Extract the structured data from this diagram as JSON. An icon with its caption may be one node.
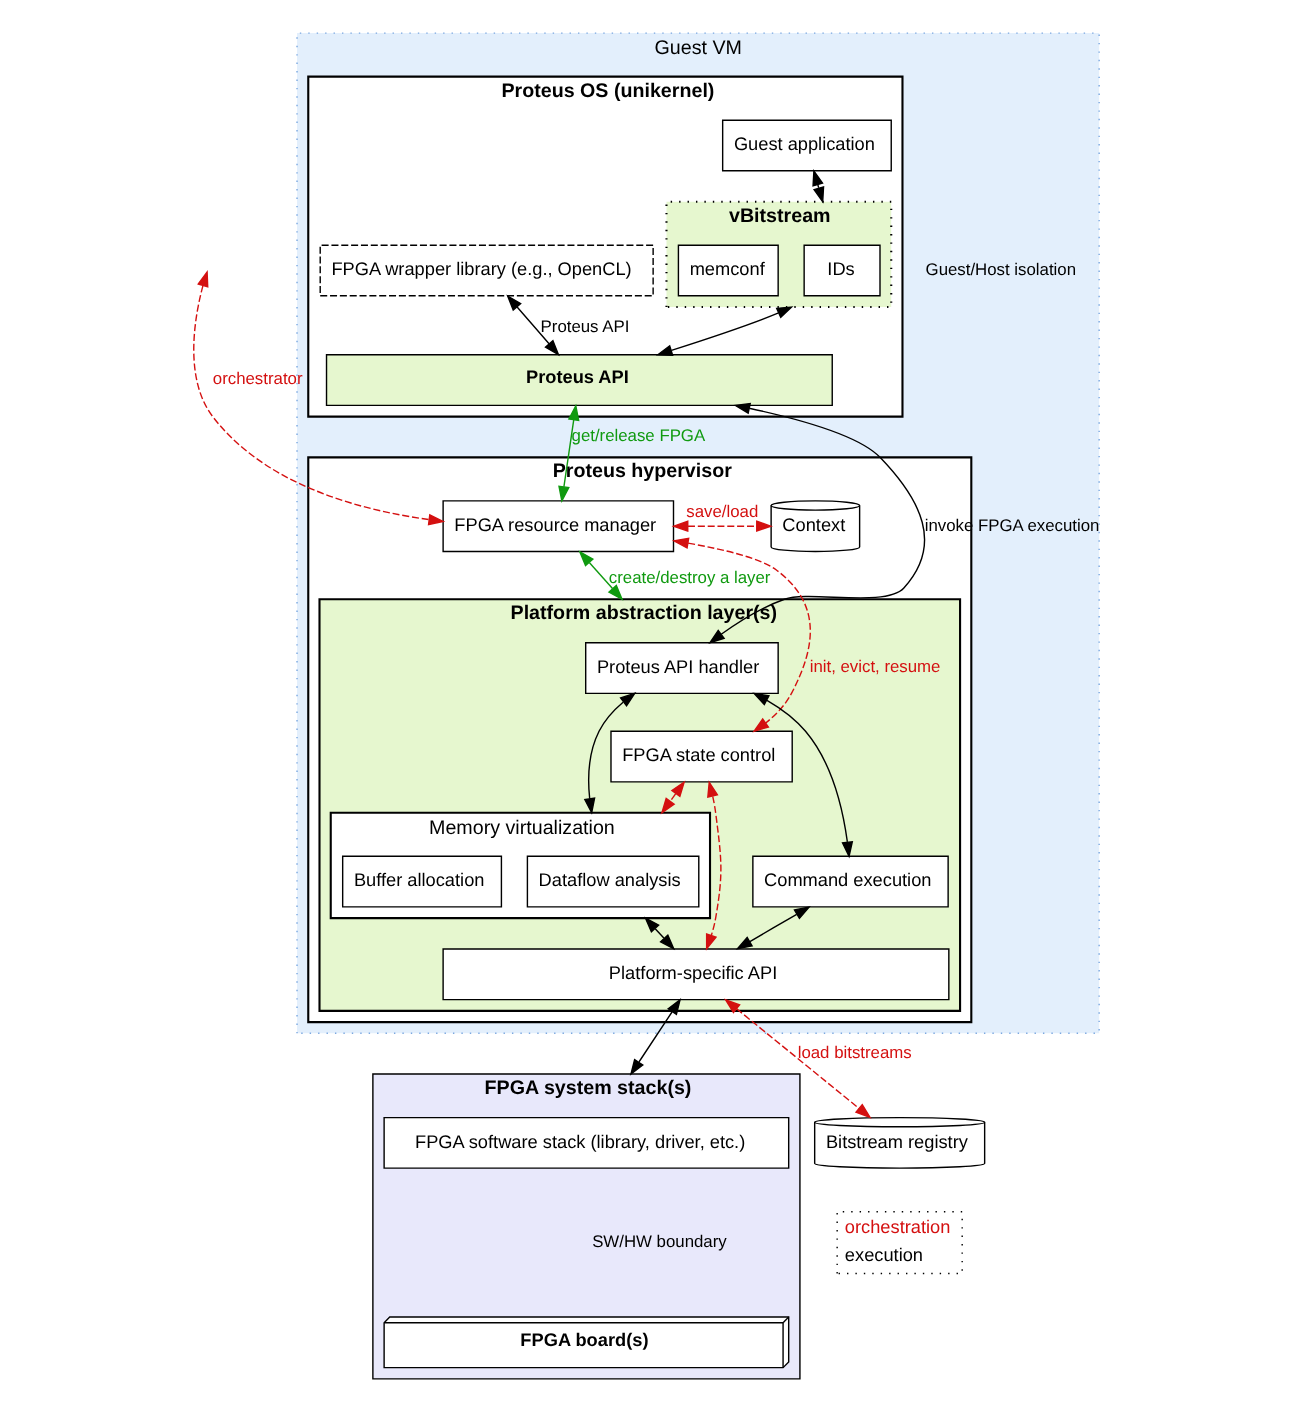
{
  "diagram": {
    "nodes": [
      {
        "text": [
          "Guest VM"
        ]
      },
      {
        "text": [
          "Proteus OS (unikernel)"
        ],
        "in": 0
      },
      {
        "text": [
          "Guest application"
        ],
        "in": 1
      },
      {
        "text": [
          "FPGA wrapper library (e.g., OpenCL)"
        ],
        "in": 1
      },
      {
        "text": [
          "vBitstream"
        ],
        "in": 1
      },
      {
        "text": [
          "IDs"
        ],
        "in": 4
      },
      {
        "text": [
          "memconf"
        ],
        "in": 4
      },
      {
        "text": [
          "Proteus API"
        ],
        "in": 1
      },
      {
        "text": [
          "Proteus hypervisor"
        ],
        "in": 0
      },
      {
        "text": [
          "FPGA resource manager"
        ],
        "in": 8
      },
      {
        "text": [
          "Context"
        ],
        "in": 8
      },
      {
        "text": [
          "Platform abstraction layer(s)"
        ],
        "in": 8
      },
      {
        "text": [
          "Proteus API handler"
        ],
        "in": 11
      },
      {
        "text": [
          "FPGA state control"
        ],
        "in": 11
      },
      {
        "text": [
          "Memory virtualization"
        ],
        "in": 11
      },
      {
        "text": [
          "Dataflow analysis"
        ],
        "in": 14
      },
      {
        "text": [
          "Buffer allocation"
        ],
        "in": 14
      },
      {
        "text": [
          "Command execution"
        ],
        "in": 11
      },
      {
        "text": [
          "Platform-specific API"
        ],
        "in": 11
      },
      {
        "text": [
          "Bitstream registry"
        ]
      },
      {
        "text": [
          "FPGA system stack(s)"
        ]
      },
      {
        "text": [
          "FPGA software stack (library, driver, etc.)"
        ],
        "in": 20
      },
      {
        "text": [
          "FPGA board(s)"
        ],
        "in": 20
      }
    ],
    "edges": [
      {
        "from": 2,
        "to": 4,
        "arrow": "both"
      },
      {
        "from": 3,
        "to": 7,
        "arrow": "both",
        "label": "Proteus API"
      },
      {
        "from": 4,
        "to": 7,
        "arrow": "both"
      },
      {
        "from": 7,
        "to": 9,
        "arrow": "both",
        "label": "get/release FPGA",
        "color": "#109a10"
      },
      {
        "from": 7,
        "to": 12,
        "arrow": "both",
        "label": "invoke FPGA execution"
      },
      {
        "from": null,
        "to": 9,
        "arrow": "both",
        "label": "orchestrator",
        "style": "dashed",
        "color": "#d41010"
      },
      {
        "from": 9,
        "to": 10,
        "arrow": "both",
        "label": "save/load",
        "style": "dashed",
        "color": "#d41010"
      },
      {
        "from": 9,
        "to": 11,
        "arrow": "both",
        "label": "create/destroy a layer",
        "color": "#109a10"
      },
      {
        "from": 9,
        "to": 13,
        "arrow": "both",
        "label": "init, evict, resume",
        "style": "dashed",
        "color": "#d41010"
      },
      {
        "from": 12,
        "to": 14,
        "arrow": "both"
      },
      {
        "from": 12,
        "to": 17,
        "arrow": "both"
      },
      {
        "from": 13,
        "to": 14,
        "arrow": "both",
        "style": "dashed",
        "color": "#d41010"
      },
      {
        "from": 13,
        "to": 18,
        "arrow": "both",
        "style": "dashed",
        "color": "#d41010"
      },
      {
        "from": 14,
        "to": 18,
        "arrow": "both"
      },
      {
        "from": 17,
        "to": 18,
        "arrow": "both"
      },
      {
        "from": 18,
        "to": 19,
        "arrow": "both",
        "label": "load bitstreams",
        "style": "dashed",
        "color": "#d41010"
      },
      {
        "from": 18,
        "to": 20,
        "arrow": "both"
      }
    ],
    "labels": [
      "Guest/Host isolation",
      "SW/HW boundary"
    ],
    "legend": [
      {
        "text": "orchestration"
      },
      {
        "text": "execution"
      }
    ]
  }
}
